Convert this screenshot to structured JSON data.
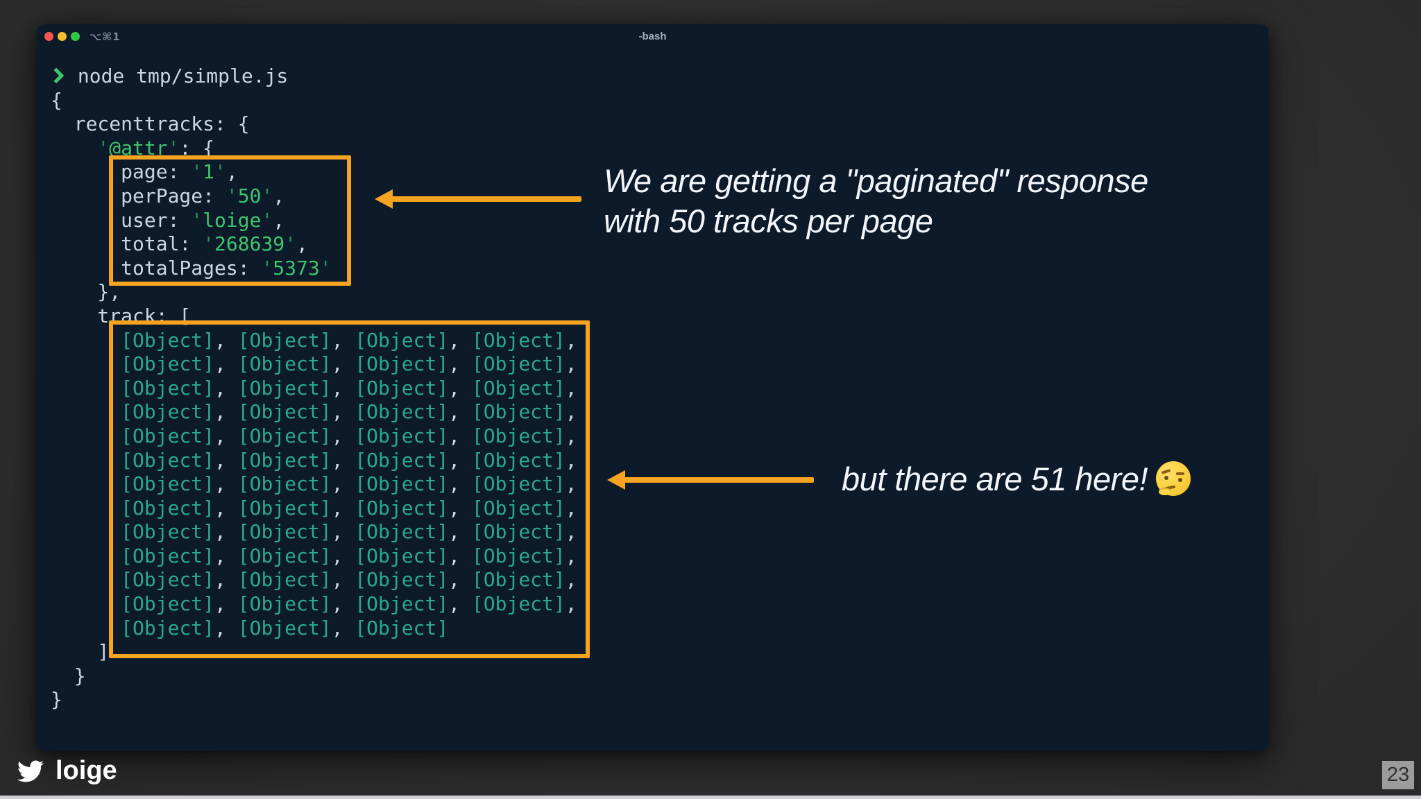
{
  "slide": {
    "page_number": "23",
    "footer": {
      "handle": "loige",
      "icon": "twitter-bird"
    }
  },
  "colors": {
    "slide_background": "#303031",
    "terminal_background": "#0d1a2a",
    "terminal_plain_text": "#ccd6e3",
    "terminal_string_green": "#3ec46d",
    "terminal_quote_green": "#2d9058",
    "terminal_object_teal": "#2aa98c",
    "highlight_orange": "#f5a321",
    "traffic_close": "#f6564f",
    "traffic_minimize": "#f7bd2e",
    "traffic_zoom": "#33c748"
  },
  "terminal": {
    "titlebar": {
      "title": "-bash",
      "shortcut": "⌥⌘1",
      "traffic_lights": [
        "close",
        "minimize",
        "zoom"
      ]
    },
    "prompt_symbol": "❯",
    "command": "node tmp/simple.js",
    "lines": [
      [
        {
          "t": "❯",
          "c": "g"
        },
        {
          "t": " node tmp/simple.js",
          "c": "p"
        }
      ],
      [
        {
          "t": "{",
          "c": "p"
        }
      ],
      [
        {
          "t": "  recenttracks: {",
          "c": "p"
        }
      ],
      [
        {
          "t": "    ",
          "c": "p"
        },
        {
          "t": "'",
          "c": "q"
        },
        {
          "t": "@attr",
          "c": "s"
        },
        {
          "t": "'",
          "c": "q"
        },
        {
          "t": ": {",
          "c": "p"
        }
      ],
      [
        {
          "t": "      page: ",
          "c": "p"
        },
        {
          "t": "'",
          "c": "q"
        },
        {
          "t": "1",
          "c": "s"
        },
        {
          "t": "'",
          "c": "q"
        },
        {
          "t": ",",
          "c": "p"
        }
      ],
      [
        {
          "t": "      perPage: ",
          "c": "p"
        },
        {
          "t": "'",
          "c": "q"
        },
        {
          "t": "50",
          "c": "s"
        },
        {
          "t": "'",
          "c": "q"
        },
        {
          "t": ",",
          "c": "p"
        }
      ],
      [
        {
          "t": "      user: ",
          "c": "p"
        },
        {
          "t": "'",
          "c": "q"
        },
        {
          "t": "loige",
          "c": "s"
        },
        {
          "t": "'",
          "c": "q"
        },
        {
          "t": ",",
          "c": "p"
        }
      ],
      [
        {
          "t": "      total: ",
          "c": "p"
        },
        {
          "t": "'",
          "c": "q"
        },
        {
          "t": "268639",
          "c": "s"
        },
        {
          "t": "'",
          "c": "q"
        },
        {
          "t": ",",
          "c": "p"
        }
      ],
      [
        {
          "t": "      totalPages: ",
          "c": "p"
        },
        {
          "t": "'",
          "c": "q"
        },
        {
          "t": "5373",
          "c": "s"
        },
        {
          "t": "'",
          "c": "q"
        }
      ],
      [
        {
          "t": "    },",
          "c": "p"
        }
      ],
      [
        {
          "t": "    track: [",
          "c": "p"
        }
      ],
      [
        {
          "t": "      ",
          "c": "p"
        },
        {
          "t": "[Object]",
          "c": "o"
        },
        {
          "t": ", ",
          "c": "p"
        },
        {
          "t": "[Object]",
          "c": "o"
        },
        {
          "t": ", ",
          "c": "p"
        },
        {
          "t": "[Object]",
          "c": "o"
        },
        {
          "t": ", ",
          "c": "p"
        },
        {
          "t": "[Object]",
          "c": "o"
        },
        {
          "t": ",",
          "c": "p"
        }
      ],
      [
        {
          "t": "      ",
          "c": "p"
        },
        {
          "t": "[Object]",
          "c": "o"
        },
        {
          "t": ", ",
          "c": "p"
        },
        {
          "t": "[Object]",
          "c": "o"
        },
        {
          "t": ", ",
          "c": "p"
        },
        {
          "t": "[Object]",
          "c": "o"
        },
        {
          "t": ", ",
          "c": "p"
        },
        {
          "t": "[Object]",
          "c": "o"
        },
        {
          "t": ",",
          "c": "p"
        }
      ],
      [
        {
          "t": "      ",
          "c": "p"
        },
        {
          "t": "[Object]",
          "c": "o"
        },
        {
          "t": ", ",
          "c": "p"
        },
        {
          "t": "[Object]",
          "c": "o"
        },
        {
          "t": ", ",
          "c": "p"
        },
        {
          "t": "[Object]",
          "c": "o"
        },
        {
          "t": ", ",
          "c": "p"
        },
        {
          "t": "[Object]",
          "c": "o"
        },
        {
          "t": ",",
          "c": "p"
        }
      ],
      [
        {
          "t": "      ",
          "c": "p"
        },
        {
          "t": "[Object]",
          "c": "o"
        },
        {
          "t": ", ",
          "c": "p"
        },
        {
          "t": "[Object]",
          "c": "o"
        },
        {
          "t": ", ",
          "c": "p"
        },
        {
          "t": "[Object]",
          "c": "o"
        },
        {
          "t": ", ",
          "c": "p"
        },
        {
          "t": "[Object]",
          "c": "o"
        },
        {
          "t": ",",
          "c": "p"
        }
      ],
      [
        {
          "t": "      ",
          "c": "p"
        },
        {
          "t": "[Object]",
          "c": "o"
        },
        {
          "t": ", ",
          "c": "p"
        },
        {
          "t": "[Object]",
          "c": "o"
        },
        {
          "t": ", ",
          "c": "p"
        },
        {
          "t": "[Object]",
          "c": "o"
        },
        {
          "t": ", ",
          "c": "p"
        },
        {
          "t": "[Object]",
          "c": "o"
        },
        {
          "t": ",",
          "c": "p"
        }
      ],
      [
        {
          "t": "      ",
          "c": "p"
        },
        {
          "t": "[Object]",
          "c": "o"
        },
        {
          "t": ", ",
          "c": "p"
        },
        {
          "t": "[Object]",
          "c": "o"
        },
        {
          "t": ", ",
          "c": "p"
        },
        {
          "t": "[Object]",
          "c": "o"
        },
        {
          "t": ", ",
          "c": "p"
        },
        {
          "t": "[Object]",
          "c": "o"
        },
        {
          "t": ",",
          "c": "p"
        }
      ],
      [
        {
          "t": "      ",
          "c": "p"
        },
        {
          "t": "[Object]",
          "c": "o"
        },
        {
          "t": ", ",
          "c": "p"
        },
        {
          "t": "[Object]",
          "c": "o"
        },
        {
          "t": ", ",
          "c": "p"
        },
        {
          "t": "[Object]",
          "c": "o"
        },
        {
          "t": ", ",
          "c": "p"
        },
        {
          "t": "[Object]",
          "c": "o"
        },
        {
          "t": ",",
          "c": "p"
        }
      ],
      [
        {
          "t": "      ",
          "c": "p"
        },
        {
          "t": "[Object]",
          "c": "o"
        },
        {
          "t": ", ",
          "c": "p"
        },
        {
          "t": "[Object]",
          "c": "o"
        },
        {
          "t": ", ",
          "c": "p"
        },
        {
          "t": "[Object]",
          "c": "o"
        },
        {
          "t": ", ",
          "c": "p"
        },
        {
          "t": "[Object]",
          "c": "o"
        },
        {
          "t": ",",
          "c": "p"
        }
      ],
      [
        {
          "t": "      ",
          "c": "p"
        },
        {
          "t": "[Object]",
          "c": "o"
        },
        {
          "t": ", ",
          "c": "p"
        },
        {
          "t": "[Object]",
          "c": "o"
        },
        {
          "t": ", ",
          "c": "p"
        },
        {
          "t": "[Object]",
          "c": "o"
        },
        {
          "t": ", ",
          "c": "p"
        },
        {
          "t": "[Object]",
          "c": "o"
        },
        {
          "t": ",",
          "c": "p"
        }
      ],
      [
        {
          "t": "      ",
          "c": "p"
        },
        {
          "t": "[Object]",
          "c": "o"
        },
        {
          "t": ", ",
          "c": "p"
        },
        {
          "t": "[Object]",
          "c": "o"
        },
        {
          "t": ", ",
          "c": "p"
        },
        {
          "t": "[Object]",
          "c": "o"
        },
        {
          "t": ", ",
          "c": "p"
        },
        {
          "t": "[Object]",
          "c": "o"
        },
        {
          "t": ",",
          "c": "p"
        }
      ],
      [
        {
          "t": "      ",
          "c": "p"
        },
        {
          "t": "[Object]",
          "c": "o"
        },
        {
          "t": ", ",
          "c": "p"
        },
        {
          "t": "[Object]",
          "c": "o"
        },
        {
          "t": ", ",
          "c": "p"
        },
        {
          "t": "[Object]",
          "c": "o"
        },
        {
          "t": ", ",
          "c": "p"
        },
        {
          "t": "[Object]",
          "c": "o"
        },
        {
          "t": ",",
          "c": "p"
        }
      ],
      [
        {
          "t": "      ",
          "c": "p"
        },
        {
          "t": "[Object]",
          "c": "o"
        },
        {
          "t": ", ",
          "c": "p"
        },
        {
          "t": "[Object]",
          "c": "o"
        },
        {
          "t": ", ",
          "c": "p"
        },
        {
          "t": "[Object]",
          "c": "o"
        },
        {
          "t": ", ",
          "c": "p"
        },
        {
          "t": "[Object]",
          "c": "o"
        },
        {
          "t": ",",
          "c": "p"
        }
      ],
      [
        {
          "t": "      ",
          "c": "p"
        },
        {
          "t": "[Object]",
          "c": "o"
        },
        {
          "t": ", ",
          "c": "p"
        },
        {
          "t": "[Object]",
          "c": "o"
        },
        {
          "t": ", ",
          "c": "p"
        },
        {
          "t": "[Object]",
          "c": "o"
        }
      ],
      [
        {
          "t": "    ]",
          "c": "p"
        }
      ],
      [
        {
          "t": "  }",
          "c": "p"
        }
      ],
      [
        {
          "t": "}",
          "c": "p"
        }
      ]
    ]
  },
  "annotations": {
    "first": {
      "line1": "We are getting a \"paginated\" response",
      "line2": "with 50 tracks per page"
    },
    "second": {
      "text": "but there are 51 here!",
      "emoji": "🤔",
      "emoji_name": "thinking-face"
    }
  }
}
